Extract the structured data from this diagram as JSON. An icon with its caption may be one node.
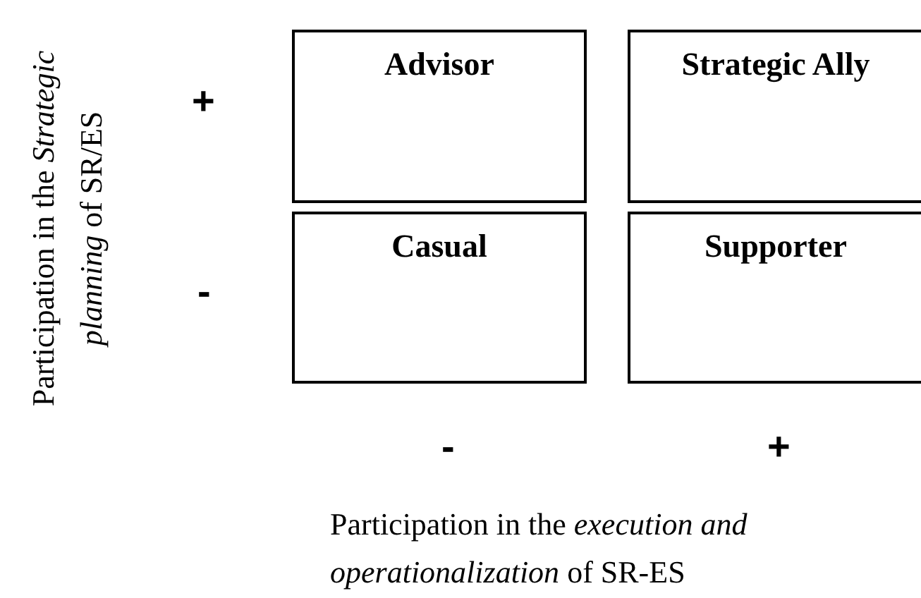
{
  "diagram": {
    "nodes": [
      {
        "text": [
          "Advisor"
        ]
      },
      {
        "text": [
          "Strategic Ally"
        ]
      },
      {
        "text": [
          "Casual"
        ]
      },
      {
        "text": [
          "Supporter"
        ]
      }
    ],
    "labels": [
      "Participation in the *Strategic* *planning* of SR/ES",
      "+",
      "-",
      "-",
      "+",
      "Participation in the *execution and* *operationalization* of SR-ES"
    ]
  }
}
